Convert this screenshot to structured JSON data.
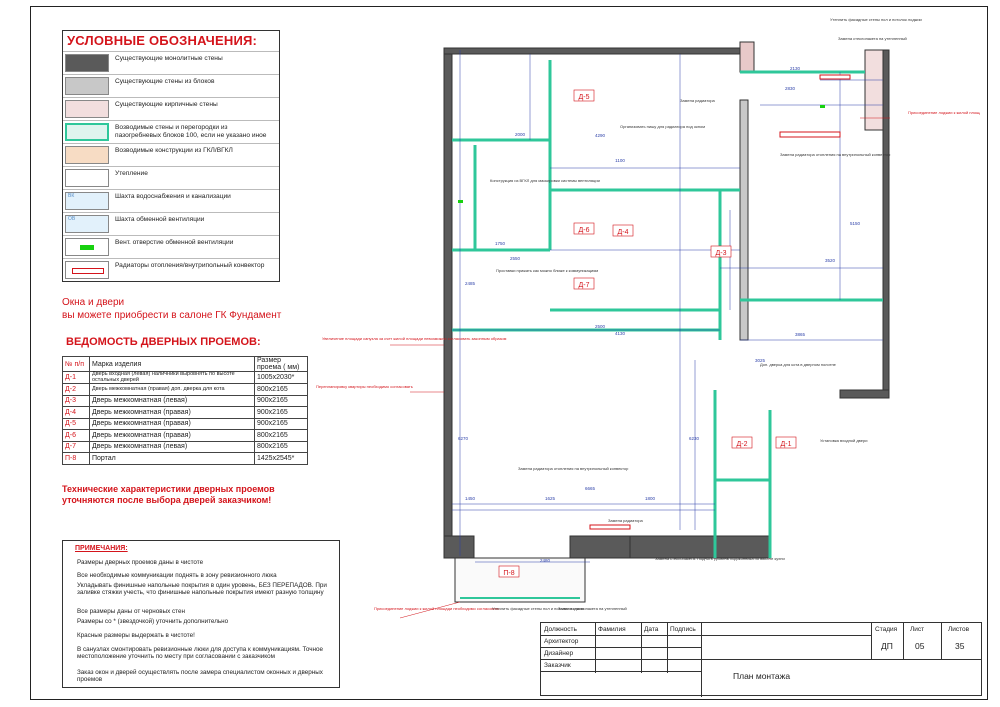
{
  "legend": {
    "title": "УСЛОВНЫЕ ОБОЗНАЧЕНИЯ:",
    "items": [
      {
        "label": "Существующие монолитные стены",
        "swatch": "#5a5a5a"
      },
      {
        "label": "Существующие стены из блоков",
        "swatch": "#c8c8c8"
      },
      {
        "label": "Существующие кирпичные стены",
        "swatch": "#f2dede"
      },
      {
        "label": "Возводимые стены и перегородки из пазогребневых блоков 100, если не указано иное",
        "swatch": "#dff4ee"
      },
      {
        "label": "Возводимые конструкции из ГКЛ/ВГКЛ",
        "swatch": "#f7dcc4"
      },
      {
        "label": "Утепление",
        "swatch": "#ffffff"
      },
      {
        "label": "Шахта водоснабжения и канализации",
        "swatch": "#e2f1fb",
        "code": "ВК"
      },
      {
        "label": "Шахта обменной вентиляции",
        "swatch": "#e2f1fb",
        "code": "ОВ"
      },
      {
        "label": "Вент. отверстие обменной вентиляции",
        "swatch": "#ffffff"
      },
      {
        "label": "Радиаторы отопления/внутрипольный конвектор",
        "swatch": "#ffffff"
      }
    ]
  },
  "windows_note": {
    "line1": "Окна и двери",
    "line2": "вы можете приобрести в салоне ГК Фундамент"
  },
  "doors": {
    "title": "ВЕДОМОСТЬ ДВЕРНЫХ ПРОЕМОВ:",
    "headers": {
      "num": "№ п/п",
      "name": "Марка изделия",
      "size": "Размер проема ( мм)"
    },
    "rows": [
      {
        "code": "Д-1",
        "name": "Дверь входная (левая) наличники выровнять по высоте остальных дверей",
        "size": "1005х2030*"
      },
      {
        "code": "Д-2",
        "name": "Дверь межкомнатная (правая) доп. дверка для кота",
        "size": "800х2165"
      },
      {
        "code": "Д-3",
        "name": "Дверь межкомнатная (левая)",
        "size": "900х2165"
      },
      {
        "code": "Д-4",
        "name": "Дверь межкомнатная (правая)",
        "size": "900х2165"
      },
      {
        "code": "Д-5",
        "name": "Дверь межкомнатная (правая)",
        "size": "900х2165"
      },
      {
        "code": "Д-6",
        "name": "Дверь межкомнатная (правая)",
        "size": "800х2165"
      },
      {
        "code": "Д-7",
        "name": "Дверь межкомнатная (левая)",
        "size": "800х2165"
      },
      {
        "code": "П-8",
        "name": "Портал",
        "size": "1425х2545*"
      }
    ],
    "footnote_line1": "Технические характеристики дверных проемов",
    "footnote_line2": "уточняются после выбора дверей заказчиком!"
  },
  "notes": {
    "title": "ПРИМЕЧАНИЯ:",
    "items": [
      "Размеры дверных проемов даны в чистоте",
      "Все необходимые коммуникации поднять в зону ревизионного люка",
      "Укладывать финишные напольные покрытия в один уровень, БЕЗ ПЕРЕПАДОВ. При заливке стяжки учесть, что финишные напольные покрытия имеют разную толщину",
      "Все размеры даны от черновых стен",
      "Размеры со * (звездочкой) уточнить дополнительно",
      "Красные размеры выдержать в чистоте!",
      "В санузлах смонтировать ревизионные люки для доступа к коммуникациям. Точное местоположение уточнить по месту при согласовании с заказчиком",
      "Заказ окон и дверей осуществлять после замера специалистом оконных и дверных проемов"
    ]
  },
  "plan": {
    "door_tags": [
      "Д-5",
      "Д-6",
      "Д-4",
      "Д-3",
      "Д-7",
      "Д-2",
      "Д-1",
      "П-8"
    ],
    "dims": [
      "2130",
      "2830",
      "4290",
      "1100",
      "2000",
      "2550",
      "1750",
      "2500",
      "4130",
      "3865",
      "3025",
      "6665",
      "1625",
      "1800",
      "1450",
      "3520",
      "2485",
      "2480",
      "5150",
      "6270",
      "6230"
    ],
    "annotations": [
      "Утеплить фасадные стены пол и потолок лоджии",
      "Замена стеклопакета на утепленный",
      "Замена радиатора",
      "Организовать нишу для радиатора под окном",
      "Присоединение лоджии к жилой площади необходимо согласовать",
      "Замена радиатора отопления на внутрипольный конвектор",
      "Конструкция из ВГКЛ для маскировки системы вентиляции",
      "Проставки прижать как можно ближе к коммуникациям",
      "Увеличение площади санузла за счет жилой площади невозможно согласовать законным образом",
      "Перепланировку квартиры необходимо согласовать",
      "Доп. дверка для кота в дверном полотне",
      "Установка входной двери",
      "Замена радиатора отопления на внутрипольный конвектор",
      "Замена радиатора",
      "Замена стеклопакета. Поднять уровень подоконника по высоте кухни",
      "Присоединение лоджии к жилой площади необходимо согласовать",
      "Утеплить фасадные стены пол и потолок лоджии",
      "Замена стеклопакета на утепленный"
    ]
  },
  "title_block": {
    "headers": [
      "Должность",
      "Фамилия",
      "Дата",
      "Подпись"
    ],
    "roles": [
      "Архитектор",
      "Дизайнер",
      "Заказчик"
    ],
    "stage_label": "Стадия",
    "sheet_label": "Лист",
    "sheets_label": "Листов",
    "stage": "ДП",
    "sheet": "05",
    "sheets": "35",
    "drawing_title": "План монтажа"
  },
  "colors": {
    "accent_red": "#d4141b",
    "dim_blue": "#2b3fa8",
    "wall_dark": "#5a5a5a",
    "new_wall": "#2fc79a"
  }
}
